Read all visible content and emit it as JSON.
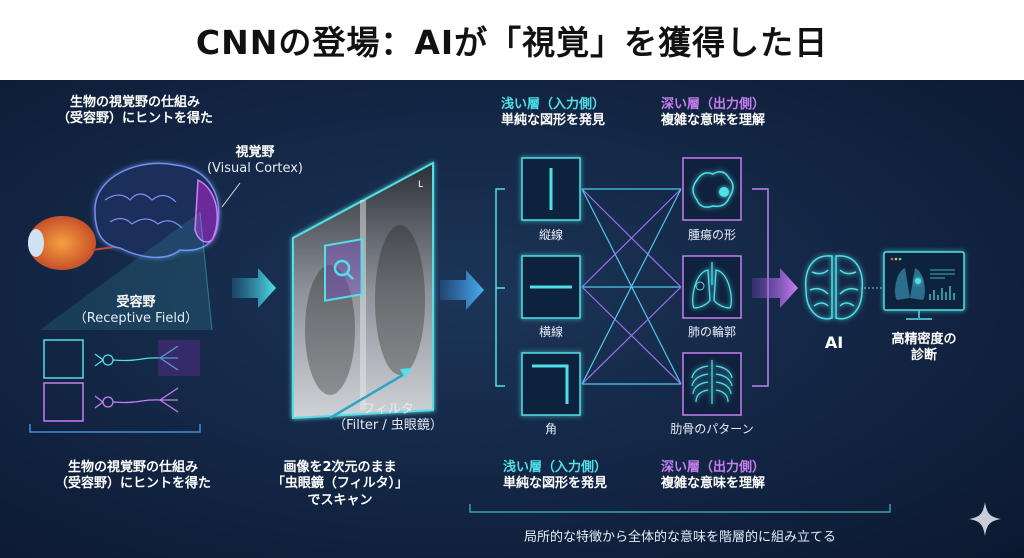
{
  "title": "CNNの登場：AIが「視覚」を獲得した日",
  "left": {
    "hint_line1": "生物の視覚野の仕組み",
    "hint_line2": "（受容野）にヒントを得た",
    "visual_cortex_jp": "視覚野",
    "visual_cortex_en": "(Visual Cortex)",
    "receptive_field_jp": "受容野",
    "receptive_field_en": "（Receptive Field）"
  },
  "xray": {
    "corner_mark": "L",
    "filter_jp": "フィルタ",
    "filter_en": "（Filter / 虫眼鏡）"
  },
  "layers": {
    "shallow_title": "浅い層（入力側）",
    "shallow_desc": "単純な図形を発見",
    "deep_title": "深い層（出力側）",
    "deep_desc": "複雑な意味を理解",
    "shallow_items": [
      "縦線",
      "横線",
      "角"
    ],
    "deep_items": [
      "腫瘍の形",
      "肺の輪郭",
      "肋骨のパターン"
    ]
  },
  "output": {
    "ai_label": "AI",
    "diagnosis_line1": "高精密度の",
    "diagnosis_line2": "診断"
  },
  "bottom": {
    "left_line1": "生物の視覚野の仕組み",
    "left_line2": "（受容野）にヒントを得た",
    "mid_line1": "画像を2次元のまま",
    "mid_line2": "「虫眼鏡（フィルタ）」",
    "mid_line3": "でスキャン",
    "shallow_title": "浅い層（入力側）",
    "shallow_desc": "単純な図形を発見",
    "deep_title": "深い層（出力側）",
    "deep_desc": "複雑な意味を理解",
    "summary": "局所的な特徴から全体的な意味を階層的に組み立てる"
  },
  "colors": {
    "cyan": "#4fe0e8",
    "purple": "#c77ef0",
    "bg": "#122543"
  }
}
